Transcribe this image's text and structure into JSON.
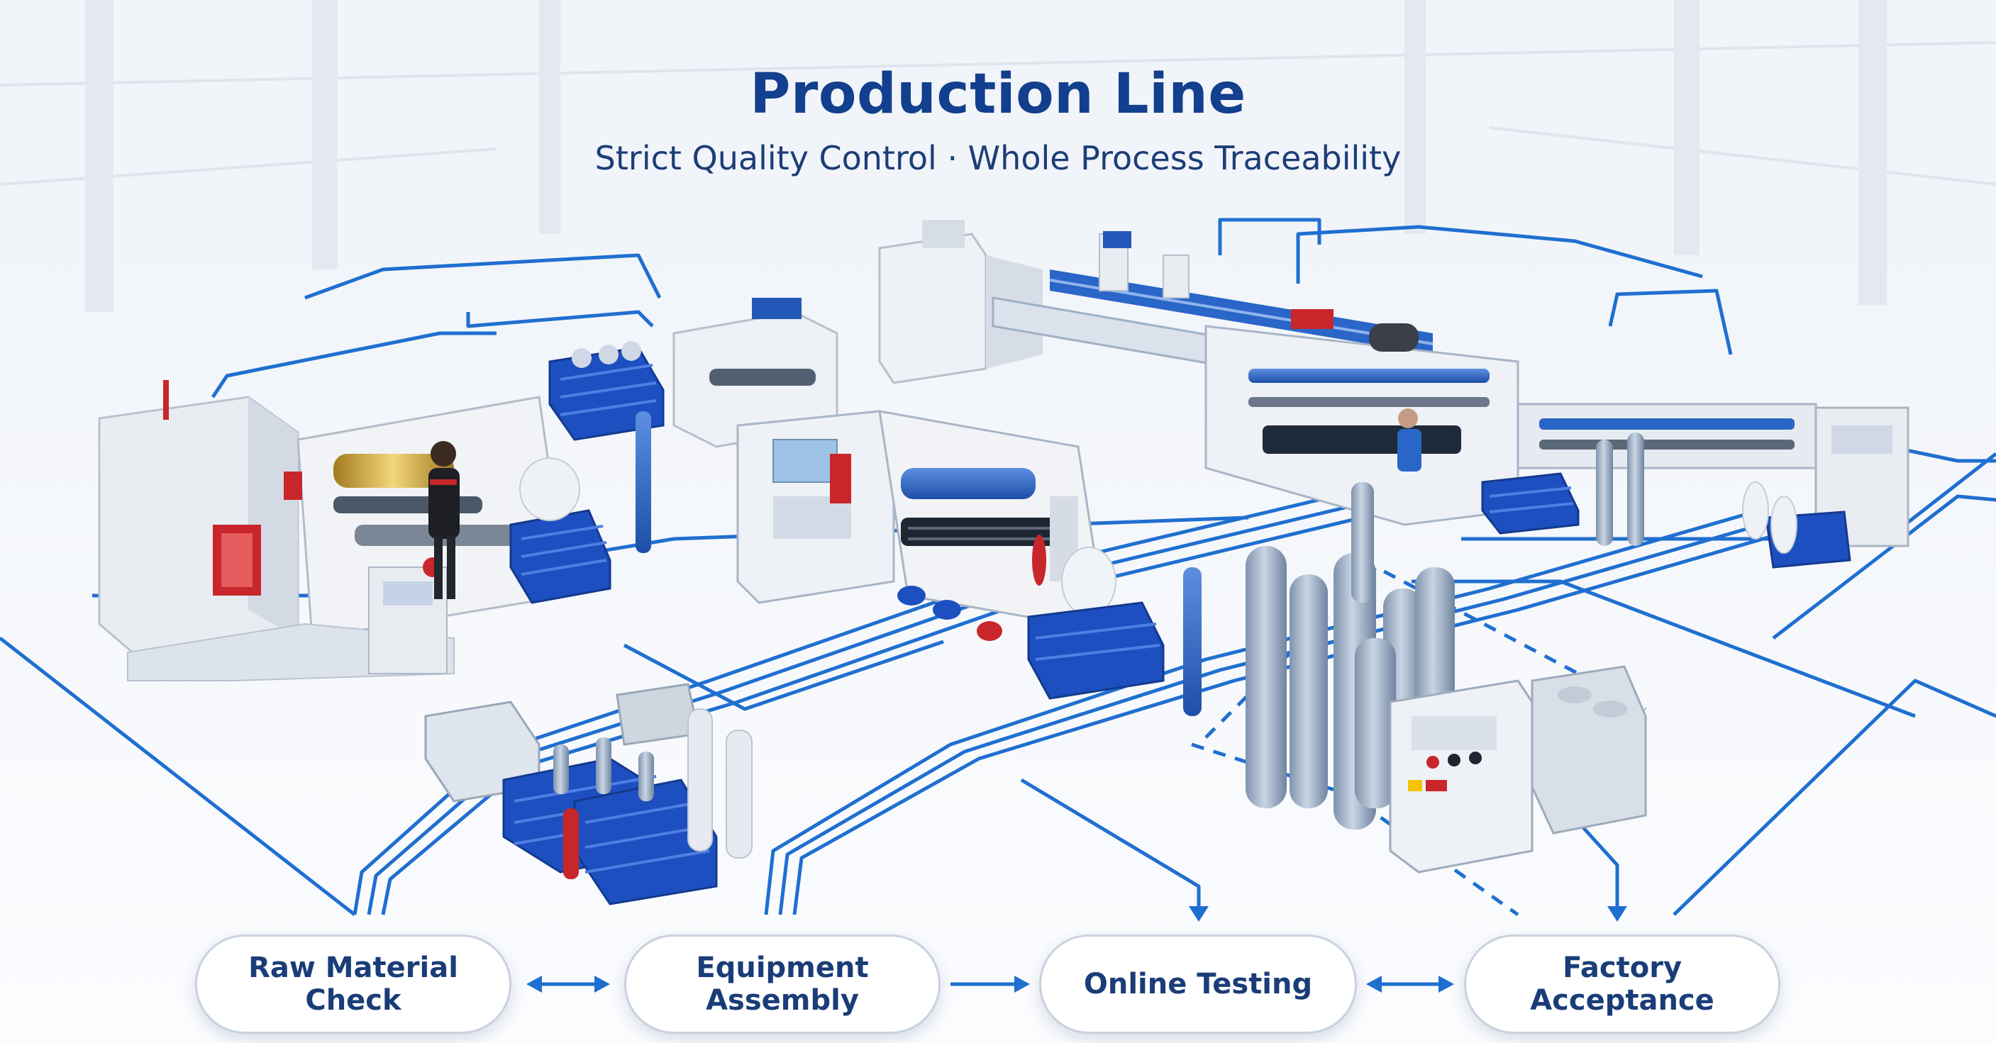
{
  "header": {
    "title": "Production Line",
    "subtitle": "Strict Quality Control · Whole Process Traceability"
  },
  "process_flow": {
    "steps": [
      {
        "label": "Raw Material\nCheck"
      },
      {
        "label": "Equipment\nAssembly"
      },
      {
        "label": "Online Testing"
      },
      {
        "label": "Factory\nAcceptance"
      }
    ],
    "connectors": [
      "double-arrow",
      "single-arrow",
      "double-arrow"
    ]
  },
  "colors": {
    "title": "#123f8e",
    "flow_line": "#1f6fd0",
    "crate": "#1d4fc0",
    "machine_body": "#eef1f5",
    "accent_red": "#c8262b",
    "floor": "#f4f7fb"
  },
  "scene": {
    "machines": [
      "slitting-machine",
      "rewinding-machine",
      "laminating-line",
      "coating-line",
      "control-cabinet"
    ],
    "operators": [
      "worker-left",
      "worker-center-right"
    ],
    "props": [
      "blue-crates",
      "film-rolls",
      "material-boxes",
      "plastic-bags"
    ]
  }
}
